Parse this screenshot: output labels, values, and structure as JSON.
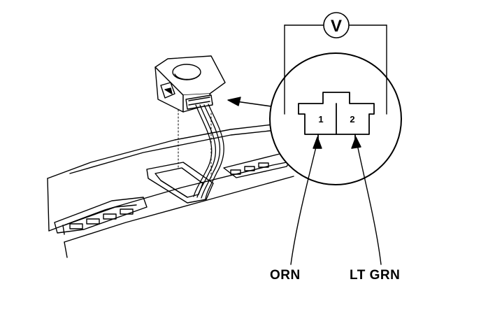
{
  "meter": {
    "symbol": "V"
  },
  "connector": {
    "terminal_1": "1",
    "terminal_2": "2"
  },
  "wires": {
    "terminal_1_color": "ORN",
    "terminal_2_color": "LT GRN"
  }
}
